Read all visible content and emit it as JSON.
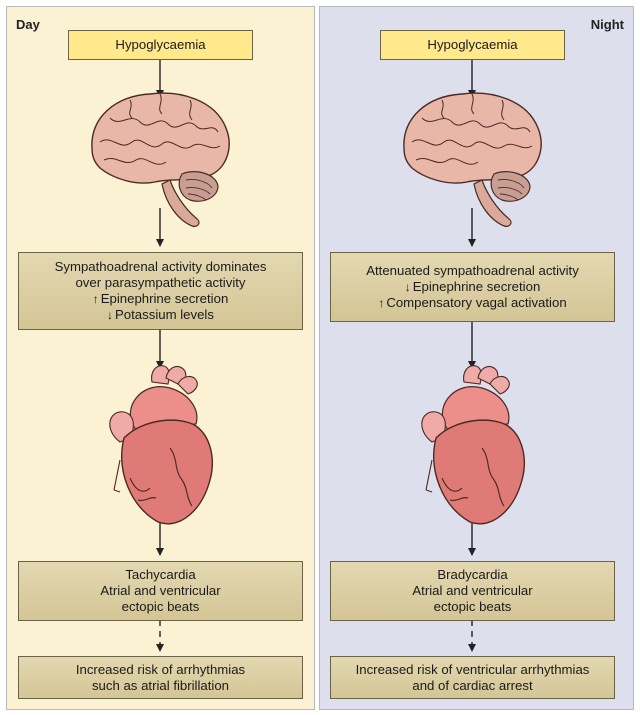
{
  "day": {
    "label": "Day",
    "trigger": "Hypoglycaemia",
    "autonomic": {
      "line1": "Sympathoadrenal activity dominates",
      "line2": "over parasympathetic activity",
      "line3": "Epinephrine secretion",
      "line4": "Potassium levels"
    },
    "rhythm": {
      "line1": "Tachycardia",
      "line2": "Atrial and ventricular",
      "line3": "ectopic beats"
    },
    "risk": {
      "line1": "Increased risk of arrhythmias",
      "line2": "such as atrial fibrillation"
    }
  },
  "night": {
    "label": "Night",
    "trigger": "Hypoglycaemia",
    "autonomic": {
      "line1": "Attenuated sympathoadrenal activity",
      "line2": "Epinephrine secretion",
      "line3": "Compensatory vagal activation"
    },
    "rhythm": {
      "line1": "Bradycardia",
      "line2": "Atrial and ventricular",
      "line3": "ectopic beats"
    },
    "risk": {
      "line1": "Increased risk of ventricular arrhythmias",
      "line2": "and of cardiac arrest"
    }
  },
  "symbols": {
    "up": "↑",
    "down": "↓"
  },
  "colors": {
    "day_bg": "#fbf1d3",
    "night_bg": "#dde0ec",
    "trigger_box": "#ffe98a",
    "info_box": "#d9cc9f",
    "brain": "#e9b7a7",
    "heart": "#e07a76"
  }
}
